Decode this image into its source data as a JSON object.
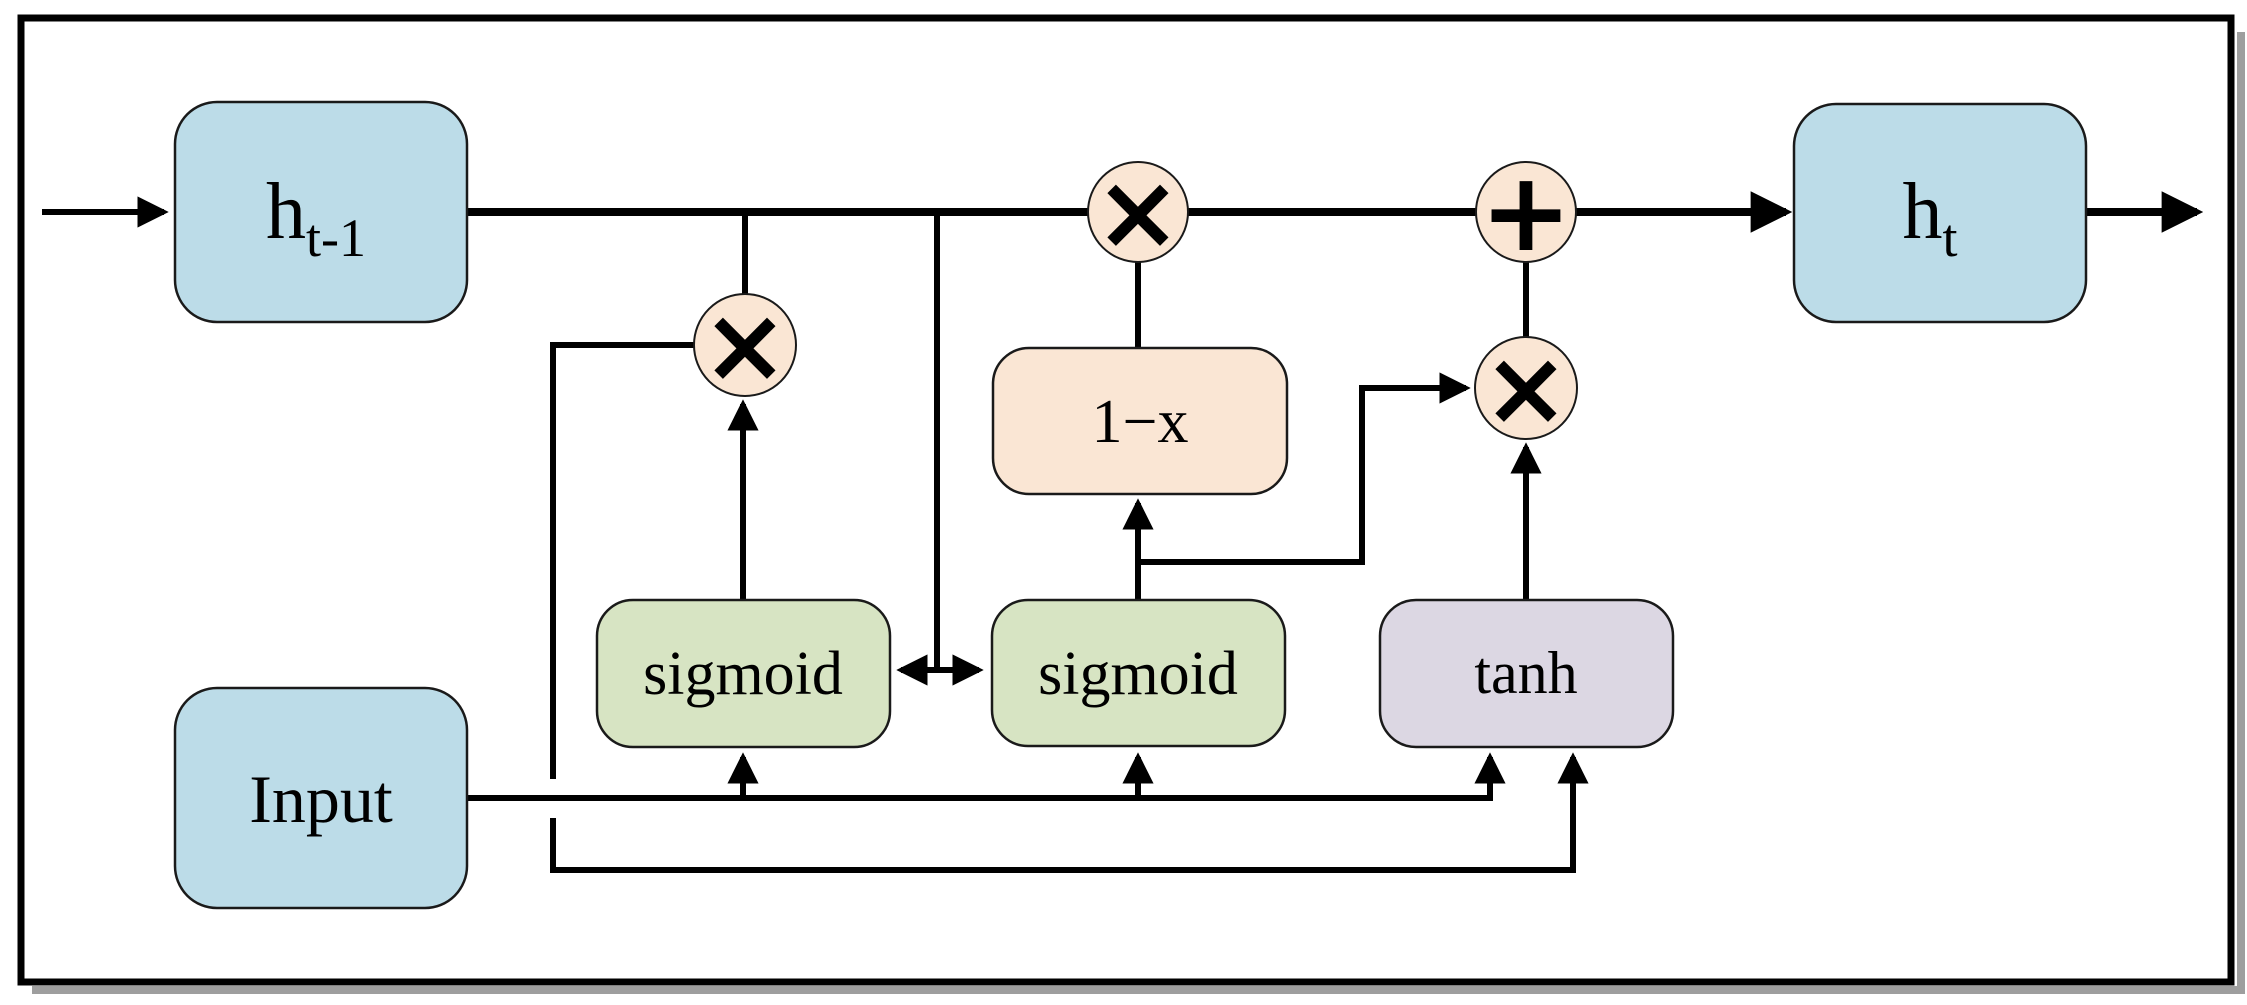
{
  "figure": {
    "kind": "gru-cell-flow-diagram"
  },
  "colors": {
    "state_box": "#bcdce8",
    "gate_box": "#d7e4c3",
    "tanh_box": "#dcd7e3",
    "op_fill": "#fae6d4",
    "line": "#000000",
    "background": "#ffffff"
  },
  "nodes": {
    "h_prev": {
      "base": "h",
      "sub": "t-1"
    },
    "h_next": {
      "base": "h",
      "sub": "t"
    },
    "input": {
      "label": "Input"
    },
    "reset_sigmoid": {
      "label": "sigmoid"
    },
    "update_sigmoid": {
      "label": "sigmoid"
    },
    "tanh_gate": {
      "label": "tanh"
    },
    "one_minus_x": {
      "label": "1−x"
    }
  },
  "operators": {
    "multiply": "×",
    "add": "+"
  }
}
